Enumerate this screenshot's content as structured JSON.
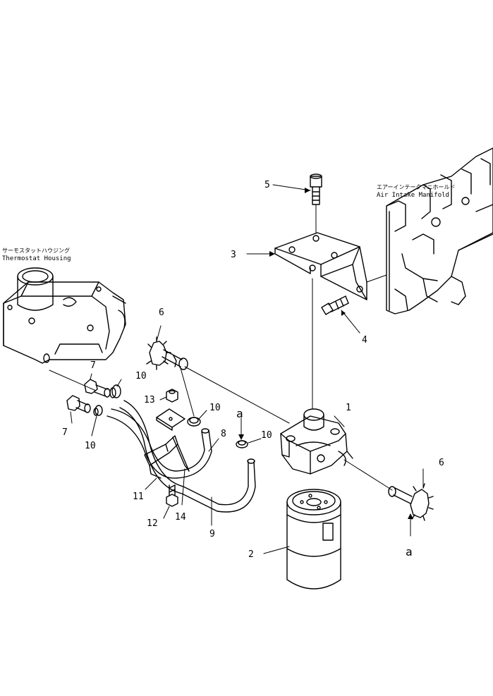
{
  "parts": [
    {
      "id": "part-1",
      "number": "1"
    },
    {
      "id": "part-2",
      "number": "2"
    },
    {
      "id": "part-3",
      "number": "3"
    },
    {
      "id": "part-4",
      "number": "4"
    },
    {
      "id": "part-5",
      "number": "5"
    },
    {
      "id": "part-6a",
      "number": "6"
    },
    {
      "id": "part-6b",
      "number": "6"
    },
    {
      "id": "part-7a",
      "number": "7"
    },
    {
      "id": "part-7b",
      "number": "7"
    },
    {
      "id": "part-8",
      "number": "8"
    },
    {
      "id": "part-9",
      "number": "9"
    },
    {
      "id": "part-10a",
      "number": "10"
    },
    {
      "id": "part-10b",
      "number": "10"
    },
    {
      "id": "part-10c",
      "number": "10"
    },
    {
      "id": "part-10d",
      "number": "10"
    },
    {
      "id": "part-11",
      "number": "11"
    },
    {
      "id": "part-12",
      "number": "12"
    },
    {
      "id": "part-13",
      "number": "13"
    },
    {
      "id": "part-14",
      "number": "14"
    }
  ],
  "labels": {
    "thermostat_jp": "サーモスタットハウジング",
    "thermostat_en": "Thermostat Housing",
    "air_intake_jp": "エアーインテークマニホールド",
    "air_intake_en": "Air Intake Manifold"
  },
  "reference_marks": {
    "top": "a",
    "bottom": "a"
  }
}
